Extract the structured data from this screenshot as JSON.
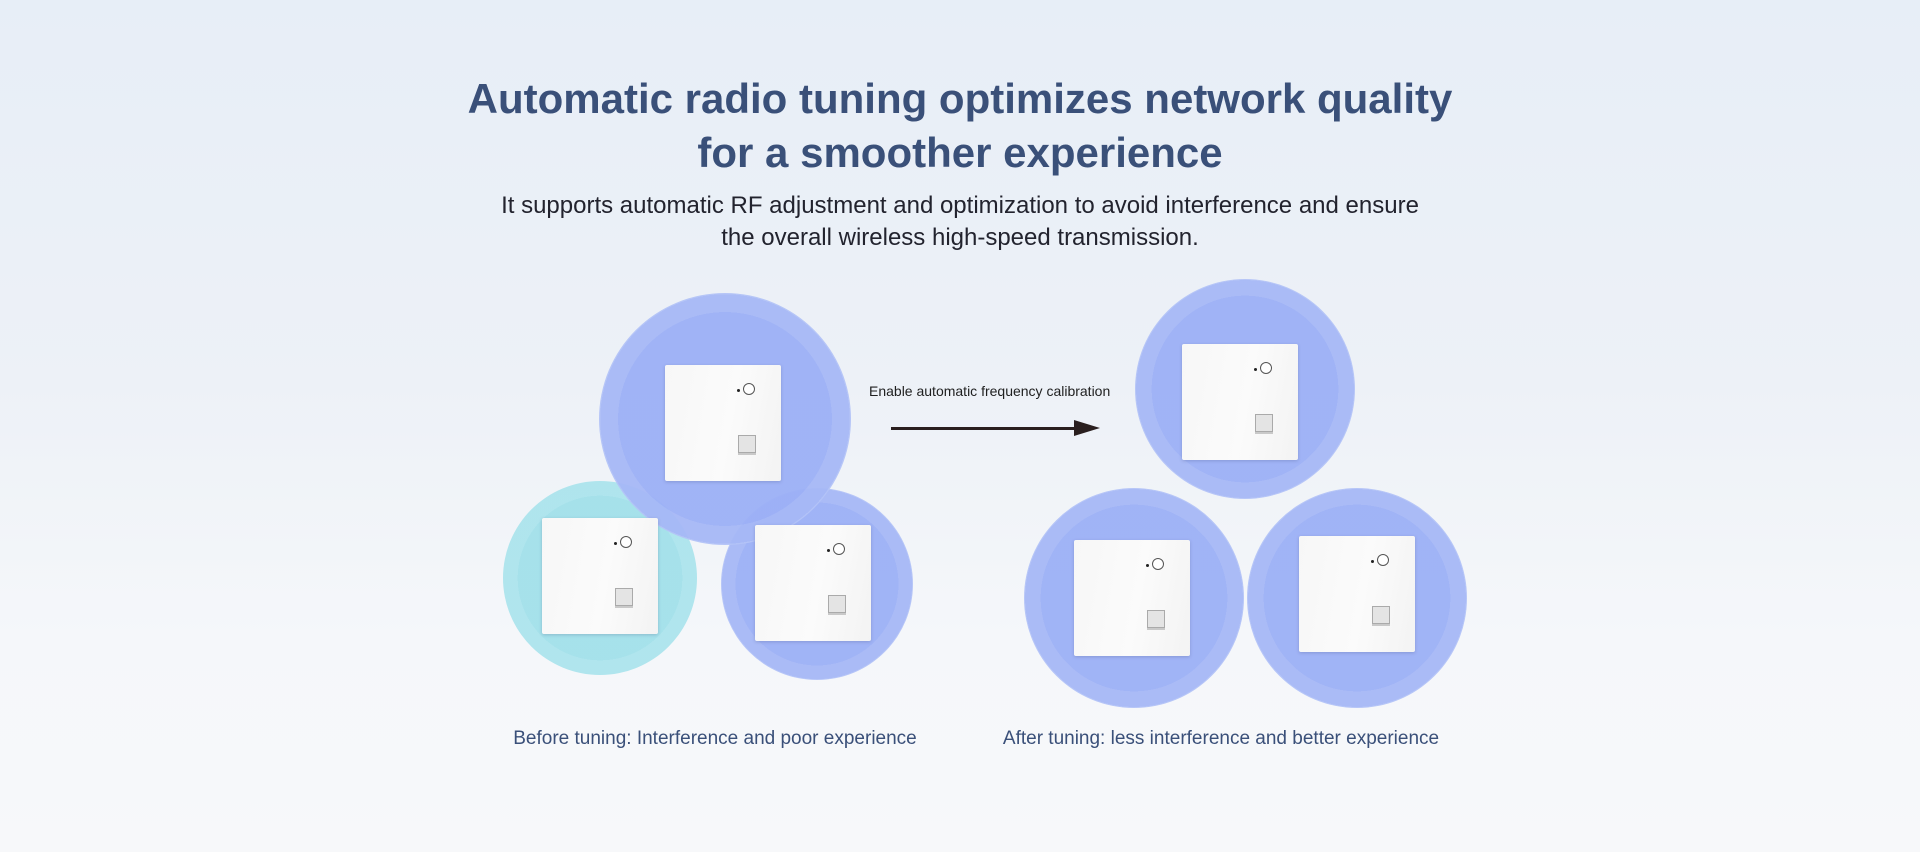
{
  "header": {
    "title_line1": "Automatic radio tuning optimizes network quality",
    "title_line2": "for a smoother experience",
    "subtitle_line1": "It supports automatic RF adjustment and optimization to avoid interference and ensure",
    "subtitle_line2": "the overall wireless high-speed transmission."
  },
  "diagram": {
    "arrow_label": "Enable automatic frequency calibration",
    "before_caption": "Before tuning: Interference and poor experience",
    "after_caption": "After tuning: less interference and better experience"
  },
  "colors": {
    "title": "#3a5079",
    "signal_blue": "#9cb0f6",
    "signal_teal": "#9ddfe9"
  }
}
